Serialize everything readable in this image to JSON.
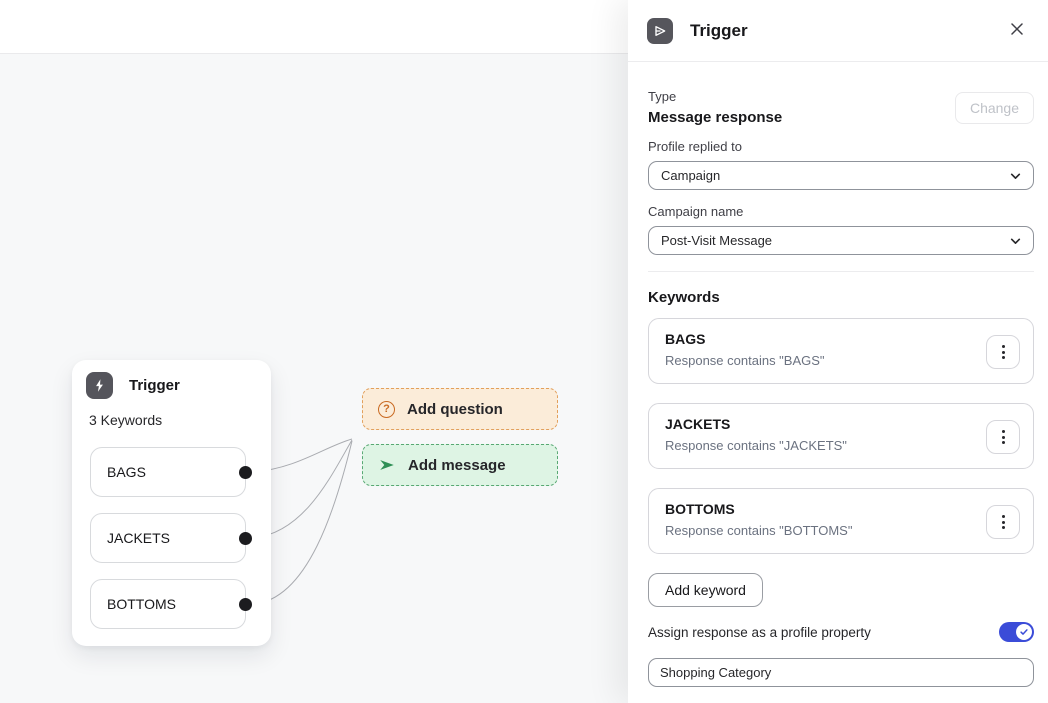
{
  "canvas": {
    "node": {
      "title": "Trigger",
      "subtitle": "3 Keywords",
      "keywords": [
        "BAGS",
        "JACKETS",
        "BOTTOMS"
      ]
    },
    "add_question_button": "Add question",
    "add_message_button": "Add message"
  },
  "panel": {
    "title": "Trigger",
    "type_label": "Type",
    "type_value": "Message response",
    "change_button": "Change",
    "profile_label": "Profile replied to",
    "profile_value": "Campaign",
    "campaign_label": "Campaign name",
    "campaign_value": "Post-Visit Message",
    "keywords_heading": "Keywords",
    "keywords": [
      {
        "name": "BAGS",
        "condition": "Response contains \"BAGS\""
      },
      {
        "name": "JACKETS",
        "condition": "Response contains \"JACKETS\""
      },
      {
        "name": "BOTTOMS",
        "condition": "Response contains \"BOTTOMS\""
      }
    ],
    "add_keyword_button": "Add keyword",
    "assign_label": "Assign response as a profile property",
    "assign_enabled": true,
    "property_input_value": "Shopping Category"
  },
  "icons": {
    "panel_header": "send-arrow-outline",
    "node_header": "lightning-bolt",
    "question": "circled-question-mark",
    "message": "send-arrow-filled",
    "close": "x",
    "card_menu": "kebab-vertical",
    "select": "chevron-down",
    "toggle_knob": "checkmark"
  },
  "colors": {
    "toggle_on": "#3b4cd8",
    "question_bg": "#fbecd9",
    "question_border": "#e2a05c",
    "question_icon": "#c96a22",
    "message_bg": "#def4e4",
    "message_border": "#58a873",
    "message_icon": "#2e8f55",
    "canvas_bg": "#f7f8f9",
    "node_icon_bg": "#55555c"
  }
}
